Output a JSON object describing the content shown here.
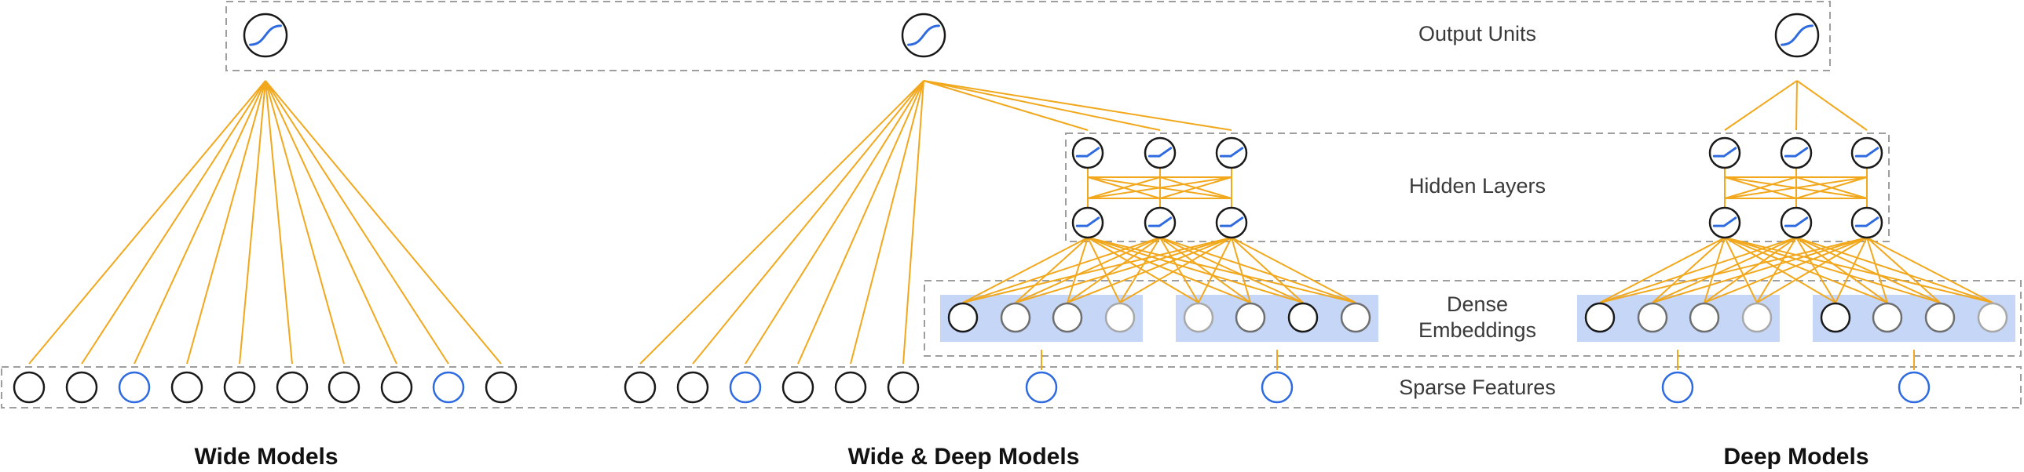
{
  "labels": {
    "output_units": "Output Units",
    "hidden_layers": "Hidden Layers",
    "dense_embeddings_line1": "Dense",
    "dense_embeddings_line2": "Embeddings",
    "sparse_features": "Sparse Features"
  },
  "models": {
    "wide": "Wide Models",
    "wide_deep": "Wide & Deep Models",
    "deep": "Deep Models"
  },
  "colors": {
    "edge": "#f2a81d",
    "embedding_fill": "#c6d6f7",
    "highlight_node": "#2f6be0"
  }
}
